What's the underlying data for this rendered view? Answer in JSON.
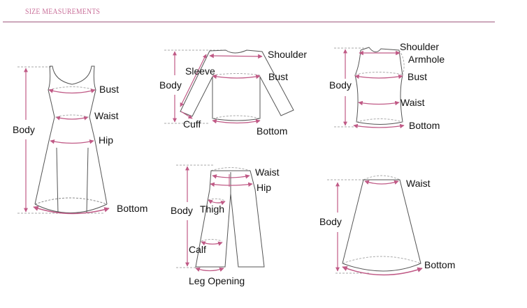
{
  "header": {
    "title": "SIZE MEASUREMENTS"
  },
  "colors": {
    "accent": "#c86e98",
    "rule": "#a05a7e",
    "measure": "#c05a86",
    "outline": "#555555",
    "guide": "#aaaaaa"
  },
  "garments": {
    "dress": {
      "labels": {
        "bust": "Bust",
        "waist": "Waist",
        "hip": "Hip",
        "body": "Body",
        "bottom": "Bottom"
      }
    },
    "long_sleeve_top": {
      "labels": {
        "shoulder": "Shoulder",
        "sleeve": "Sleeve",
        "bust": "Bust",
        "body": "Body",
        "cuff": "Cuff",
        "bottom": "Bottom"
      }
    },
    "sleeveless_top": {
      "labels": {
        "shoulder": "Shoulder",
        "armhole": "Armhole",
        "bust": "Bust",
        "body": "Body",
        "waist": "Waist",
        "bottom": "Bottom"
      }
    },
    "pants": {
      "labels": {
        "waist": "Waist",
        "hip": "Hip",
        "body": "Body",
        "thigh": "Thigh",
        "calf": "Calf",
        "leg_opening": "Leg Opening"
      }
    },
    "skirt": {
      "labels": {
        "waist": "Waist",
        "body": "Body",
        "bottom": "Bottom"
      }
    }
  }
}
